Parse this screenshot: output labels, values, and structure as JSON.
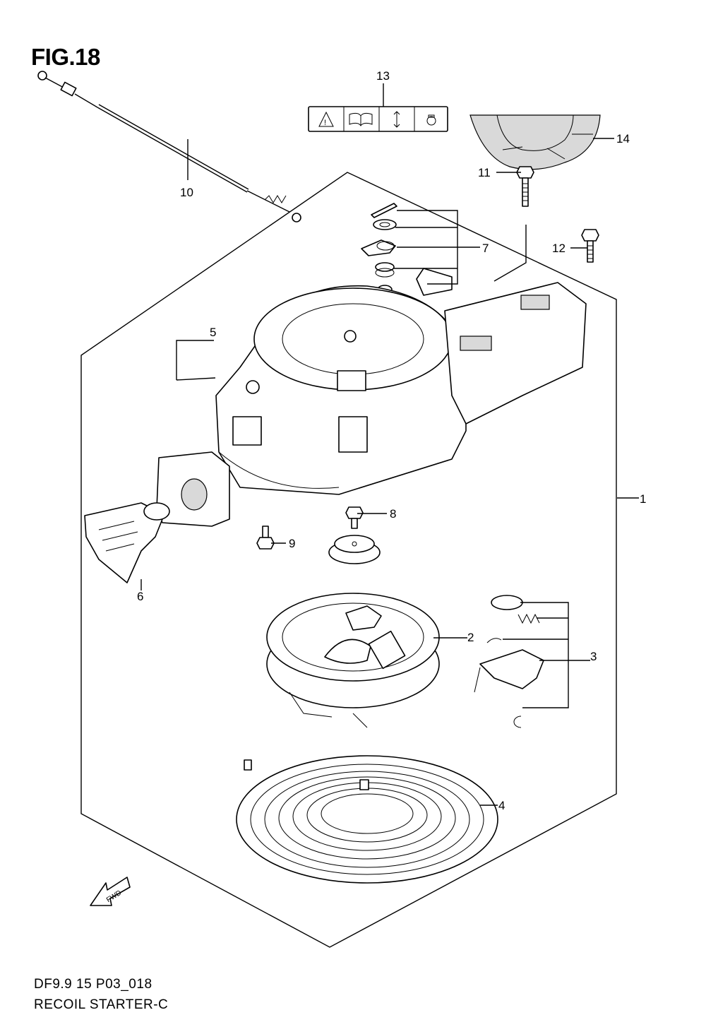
{
  "figure": {
    "title": "FIG.18",
    "diagram_code": "DF9.9 15 P03_018",
    "diagram_name": "RECOIL STARTER-C",
    "direction_badge": "FWD"
  },
  "callouts": [
    "1",
    "2",
    "3",
    "4",
    "5",
    "6",
    "7",
    "8",
    "9",
    "10",
    "11",
    "12",
    "13",
    "14"
  ],
  "icons": [
    "warning-triangle-icon",
    "manual-book-icon",
    "pull-direction-icon",
    "knob-icon"
  ]
}
